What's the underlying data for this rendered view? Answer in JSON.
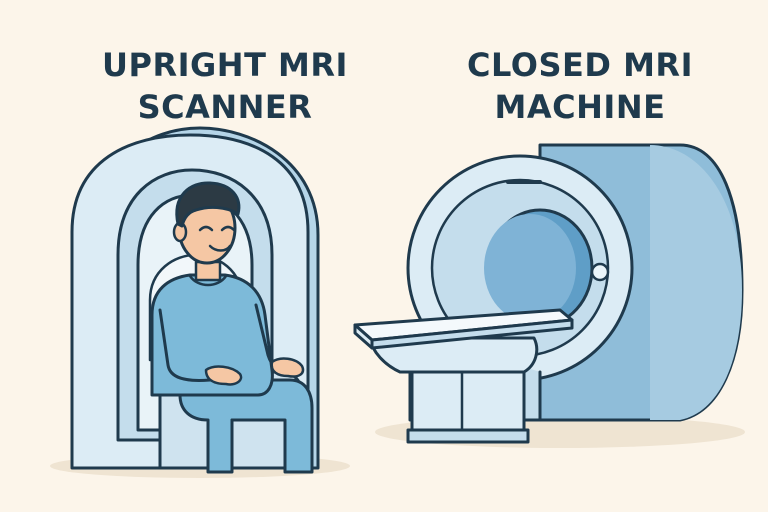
{
  "upright": {
    "title_line1": "UPRIGHT MRI",
    "title_line2": "SCANNER"
  },
  "closed": {
    "title_line1": "CLOSED MRI",
    "title_line2": "MACHINE"
  },
  "colors": {
    "background": "#fcf5ea",
    "outline": "#1f3a4d",
    "machine_light": "#dcecf5",
    "machine_mid": "#b5d5e8",
    "machine_dark": "#8fbdd9",
    "shirt": "#7dbad9",
    "skin": "#f5c7a4",
    "hair": "#2c3a44"
  }
}
